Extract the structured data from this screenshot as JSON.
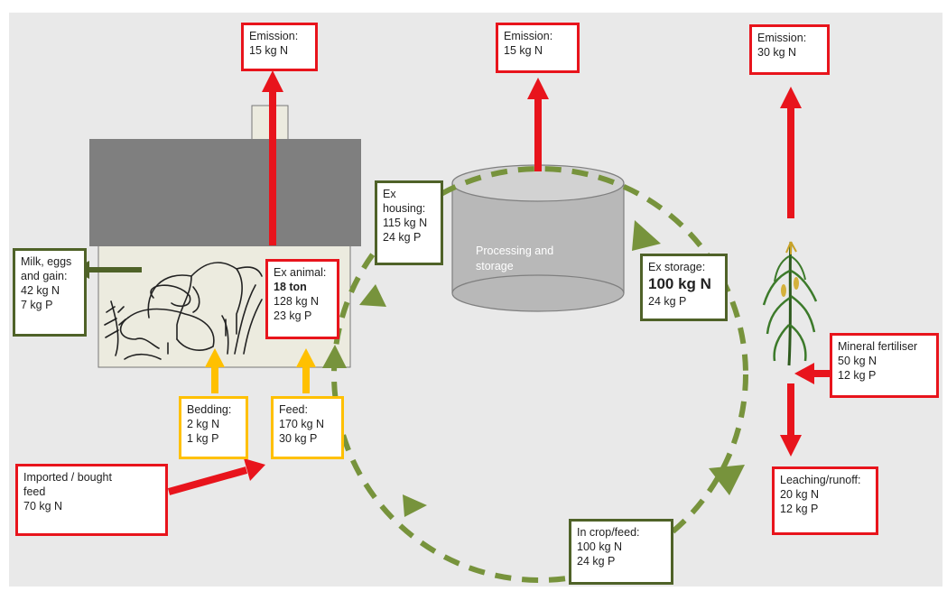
{
  "colors": {
    "loss": "#e8141c",
    "internal_flow": "#77933c",
    "internal_box": "#4f6228",
    "input": "#ffc000",
    "background": "#e9e9e9"
  },
  "emission_housing": {
    "title": "Emission:",
    "value": "15 kg N"
  },
  "emission_storage": {
    "title": "Emission:",
    "value": "15 kg N"
  },
  "emission_field": {
    "title": "Emission:",
    "value": "30 kg N"
  },
  "milk": {
    "line1": "Milk, eggs",
    "line2": "and gain:",
    "n": "42 kg N",
    "p": "7 kg P"
  },
  "ex_housing": {
    "line1": "Ex",
    "line2": "housing:",
    "n": "115 kg N",
    "p": "24 kg P"
  },
  "ex_animal": {
    "title": "Ex animal:",
    "mass": "18 ton",
    "n": "128 kg N",
    "p": "23 kg P"
  },
  "processing": {
    "line1": "Processing and",
    "line2": "storage"
  },
  "ex_storage": {
    "title": "Ex storage:",
    "n": "100 kg N",
    "p": "24 kg P"
  },
  "mineral_fertiliser": {
    "title": "Mineral fertiliser",
    "n": "50 kg N",
    "p": "12 kg P"
  },
  "bedding": {
    "title": "Bedding:",
    "n": "2 kg N",
    "p": "1 kg P"
  },
  "feed": {
    "title": "Feed:",
    "n": "170 kg N",
    "p": "30 kg P"
  },
  "imported_feed": {
    "line1": "Imported / bought",
    "line2": "feed",
    "n": "70 kg N"
  },
  "leaching": {
    "title": "Leaching/runoff:",
    "n": "20 kg N",
    "p": "12 kg P"
  },
  "in_crop": {
    "title": "In crop/feed:",
    "n": "100 kg N",
    "p": "24 kg P"
  }
}
